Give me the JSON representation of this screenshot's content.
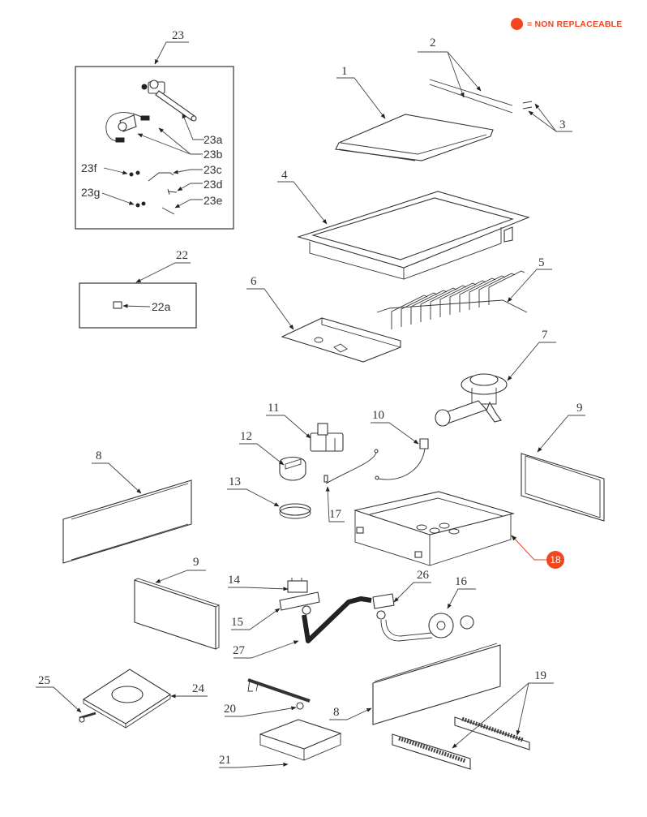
{
  "diagram": {
    "type": "exploded-parts-diagram",
    "accent_color": "#f2461e",
    "legend": {
      "marker": "red-dot",
      "text": "= NON REPLACEABLE"
    },
    "parts": [
      {
        "id": "1",
        "label": "1"
      },
      {
        "id": "2",
        "label": "2"
      },
      {
        "id": "3",
        "label": "3"
      },
      {
        "id": "4",
        "label": "4"
      },
      {
        "id": "5",
        "label": "5"
      },
      {
        "id": "6",
        "label": "6"
      },
      {
        "id": "7",
        "label": "7"
      },
      {
        "id": "8a",
        "label": "8"
      },
      {
        "id": "8b",
        "label": "8"
      },
      {
        "id": "9a",
        "label": "9"
      },
      {
        "id": "9b",
        "label": "9"
      },
      {
        "id": "10",
        "label": "10"
      },
      {
        "id": "11",
        "label": "11"
      },
      {
        "id": "12",
        "label": "12"
      },
      {
        "id": "13",
        "label": "13"
      },
      {
        "id": "14",
        "label": "14"
      },
      {
        "id": "15",
        "label": "15"
      },
      {
        "id": "16",
        "label": "16"
      },
      {
        "id": "17",
        "label": "17"
      },
      {
        "id": "18",
        "label": "18",
        "non_replaceable": true
      },
      {
        "id": "19",
        "label": "19"
      },
      {
        "id": "20",
        "label": "20"
      },
      {
        "id": "21",
        "label": "21"
      },
      {
        "id": "22",
        "label": "22"
      },
      {
        "id": "22a",
        "label": "22a"
      },
      {
        "id": "23",
        "label": "23"
      },
      {
        "id": "23a",
        "label": "23a"
      },
      {
        "id": "23b",
        "label": "23b"
      },
      {
        "id": "23c",
        "label": "23c"
      },
      {
        "id": "23d",
        "label": "23d"
      },
      {
        "id": "23e",
        "label": "23e"
      },
      {
        "id": "23f",
        "label": "23f"
      },
      {
        "id": "23g",
        "label": "23g"
      },
      {
        "id": "24",
        "label": "24"
      },
      {
        "id": "25",
        "label": "25"
      },
      {
        "id": "26",
        "label": "26"
      },
      {
        "id": "27",
        "label": "27"
      }
    ]
  }
}
